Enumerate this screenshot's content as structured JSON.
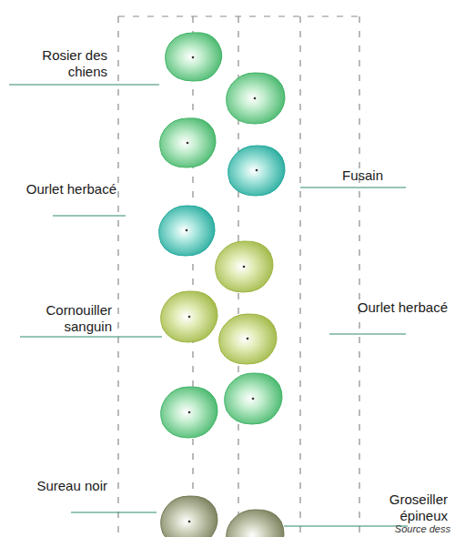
{
  "diagram": {
    "labels": [
      "Rosier des chiens",
      "Ourlet herbacé",
      "Cornouiller sanguin",
      "Sureau noir",
      "Fusain",
      "Ourlet herbacé",
      "Groseiller épineux",
      "Source dess"
    ]
  }
}
